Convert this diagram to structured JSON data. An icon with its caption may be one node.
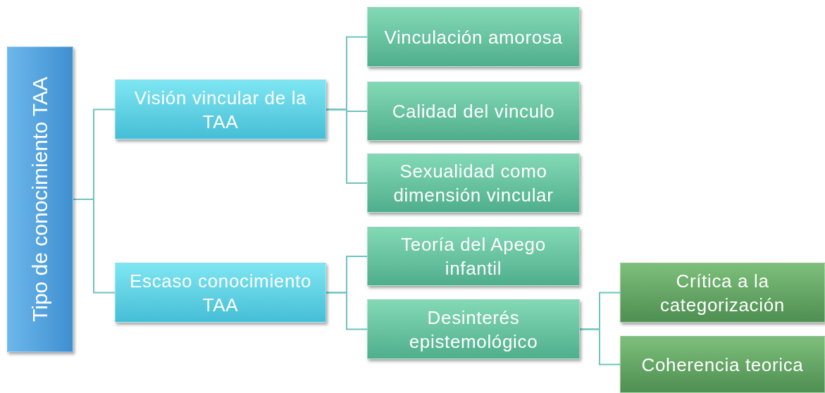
{
  "diagram": {
    "nodes": [
      {
        "text": [
          "Tipo de conocimiento TAA"
        ]
      },
      {
        "text": [
          "Visión vincular de la TAA"
        ]
      },
      {
        "text": [
          "Vinculación amorosa"
        ]
      },
      {
        "text": [
          "Calidad del vinculo"
        ]
      },
      {
        "text": [
          "Sexualidad como dimensión vincular"
        ]
      },
      {
        "text": [
          "Escaso conocimiento TAA"
        ]
      },
      {
        "text": [
          "Teoría del Apego infantil"
        ]
      },
      {
        "text": [
          "Desinterés epistemológico"
        ]
      },
      {
        "text": [
          "Crítica a la categorización"
        ]
      },
      {
        "text": [
          "Coherencia teorica"
        ]
      }
    ],
    "edges": [
      {
        "from": 0,
        "to": 1,
        "arrow": "none"
      },
      {
        "from": 0,
        "to": 5,
        "arrow": "none"
      },
      {
        "from": 1,
        "to": 2,
        "arrow": "none"
      },
      {
        "from": 1,
        "to": 3,
        "arrow": "none"
      },
      {
        "from": 1,
        "to": 4,
        "arrow": "none"
      },
      {
        "from": 5,
        "to": 6,
        "arrow": "none"
      },
      {
        "from": 5,
        "to": 7,
        "arrow": "none"
      },
      {
        "from": 7,
        "to": 8,
        "arrow": "none"
      },
      {
        "from": 7,
        "to": 9,
        "arrow": "none"
      }
    ]
  }
}
